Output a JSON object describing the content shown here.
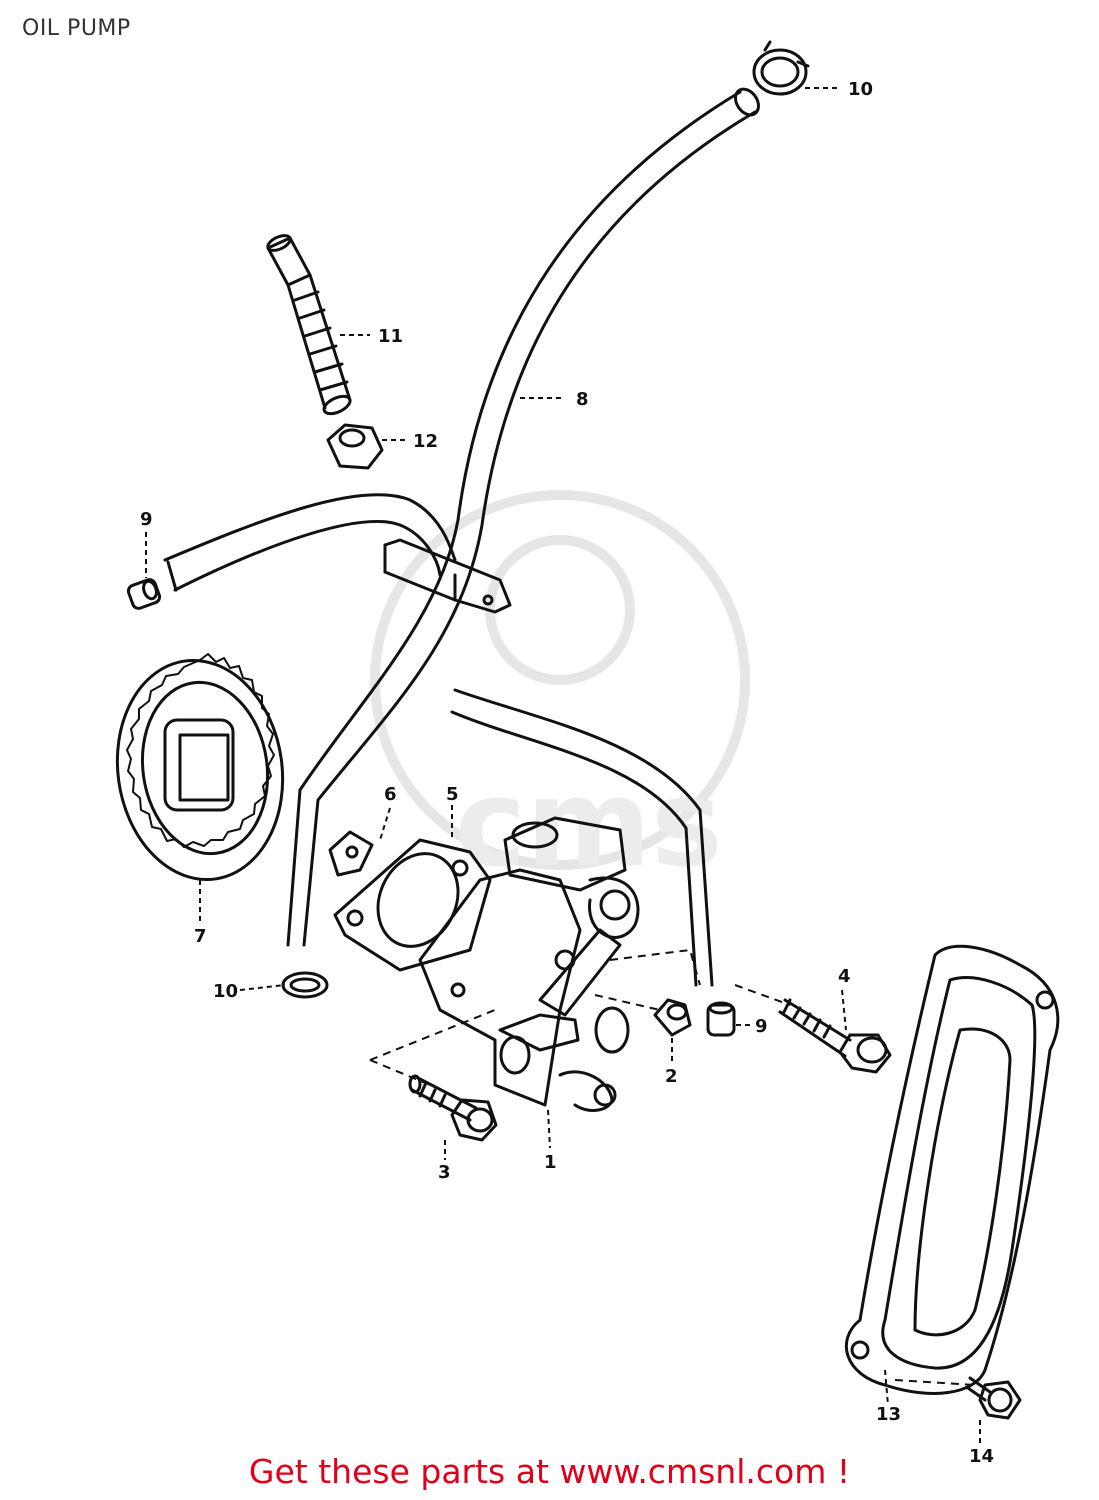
{
  "title": "OIL PUMP",
  "callouts": {
    "c1": "1",
    "c2": "2",
    "c3": "3",
    "c4": "4",
    "c5": "5",
    "c6": "6",
    "c7": "7",
    "c8": "8",
    "c9a": "9",
    "c9b": "9",
    "c10a": "10",
    "c10b": "10",
    "c11": "11",
    "c12": "12",
    "c13": "13",
    "c14": "14"
  },
  "watermark": {
    "logo_text": "cms"
  },
  "footer": "Get these parts at www.cmsnl.com !",
  "colors": {
    "line": "#111111",
    "footer": "#e0001a",
    "watermark": "#e6e6e6"
  }
}
